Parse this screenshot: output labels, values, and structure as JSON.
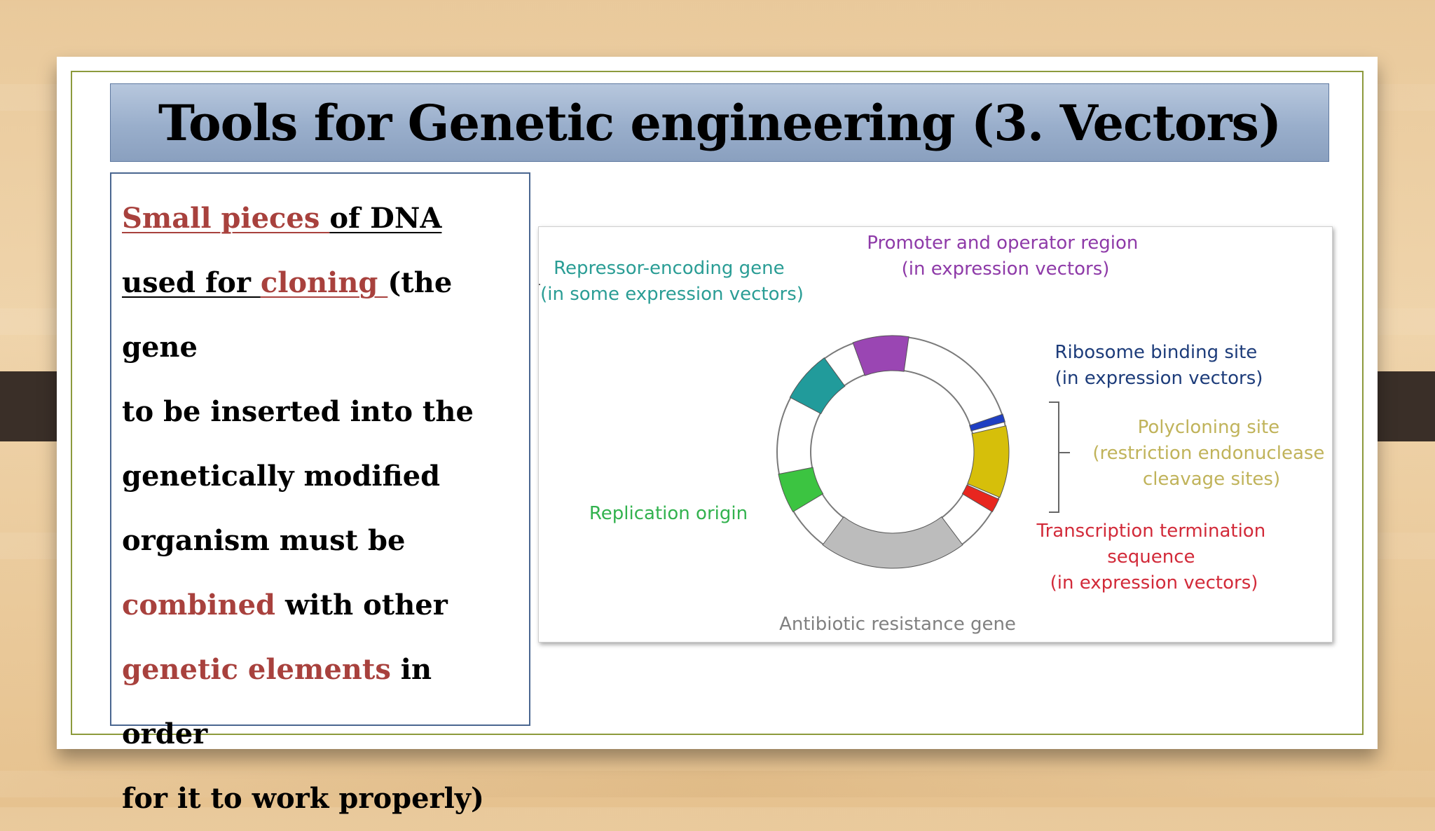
{
  "slide": {
    "title": "Tools for Genetic engineering (3. Vectors)"
  },
  "description": {
    "line1": {
      "part1": "Small pieces ",
      "part2": "of  DNA"
    },
    "line2": {
      "part1": "used for ",
      "part2": "cloning ",
      "part3": "(the gene"
    },
    "line3": "to be inserted into the",
    "line4": "genetically modified",
    "line5": "organism must be",
    "line6": {
      "part1": "combined",
      "part2": " with other"
    },
    "line7": {
      "part1": "genetic elements",
      "part2": " in order"
    },
    "line8": "for it to work properly)"
  },
  "vector_diagram": {
    "labels": {
      "promoter": [
        "Promoter and operator region",
        "(in expression vectors)"
      ],
      "repressor": [
        "Repressor-encoding gene",
        "(in some expression vectors)"
      ],
      "ribosome": [
        "Ribosome binding site",
        "(in expression vectors)"
      ],
      "polycloning": [
        "Polycloning site",
        "(restriction endonuclease",
        "cleavage sites)"
      ],
      "replication": [
        "Replication origin"
      ],
      "termination": [
        "Transcription termination",
        "sequence",
        "(in expression vectors)"
      ],
      "antibiotic": [
        "Antibiotic resistance gene"
      ]
    },
    "colors": {
      "promoter": "#9a46b3",
      "repressor": "#219b9b",
      "ribosome": "#1f3fc3",
      "polycloning": "#d6bf0a",
      "replication": "#3cc441",
      "termination": "#e8261f",
      "antibiotic": "#bcbcbc",
      "promoter_text": "#8e3aa8",
      "repressor_text": "#2a9d95",
      "ribosome_text": "#1d3c7a",
      "polycloning_text": "#c0b35a",
      "replication_text": "#32b24e",
      "termination_text": "#d22a39",
      "antibiotic_text": "#808080"
    }
  }
}
